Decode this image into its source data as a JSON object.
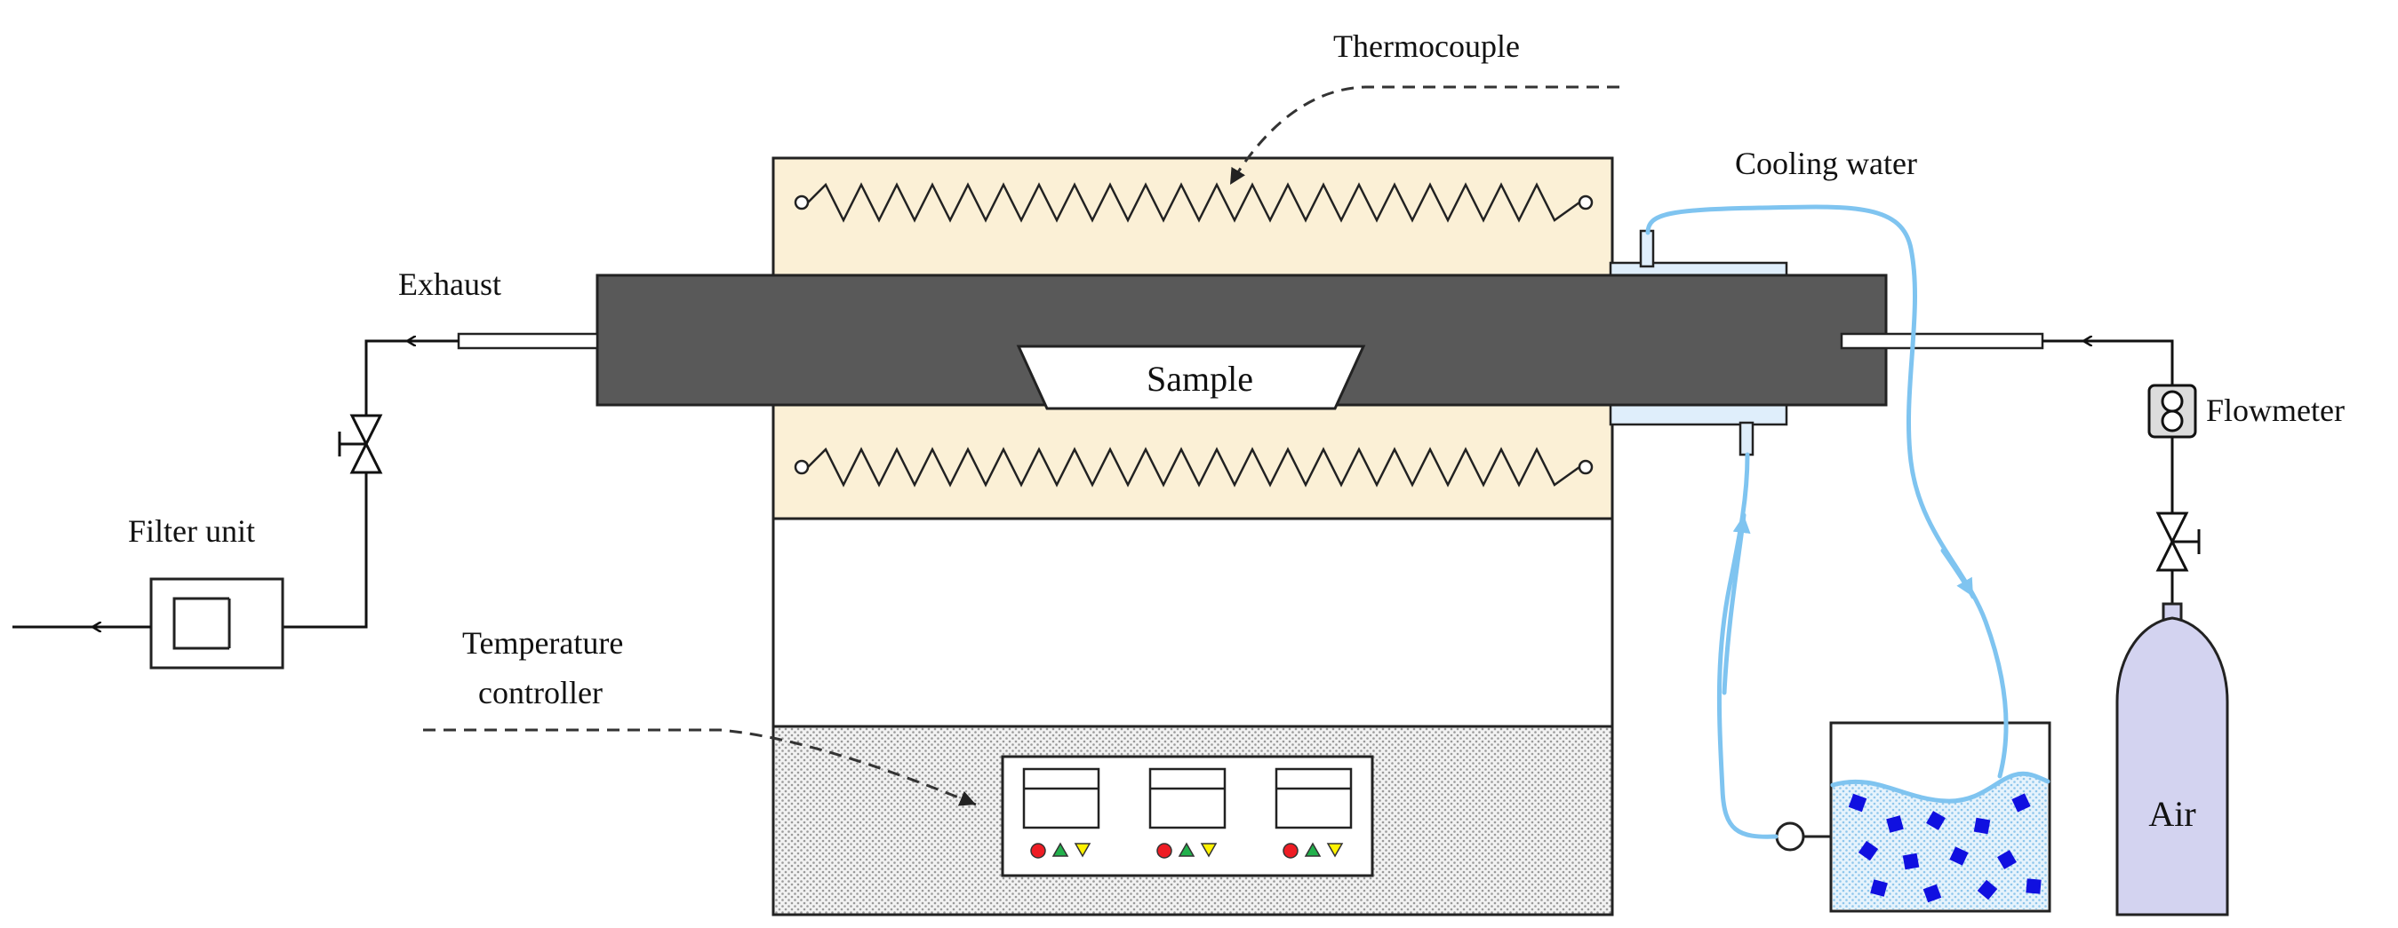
{
  "labels": {
    "thermocouple": "Thermocouple",
    "cooling_water": "Cooling water",
    "exhaust": "Exhaust",
    "sample": "Sample",
    "filter_unit": "Filter unit",
    "flowmeter": "Flowmeter",
    "temperature_controller_line1": "Temperature",
    "temperature_controller_line2": "controller",
    "air": "Air"
  },
  "colors": {
    "heater_block": "#fbf0d6",
    "tube": "#595959",
    "water": "#7fc4f0",
    "ice_cubes": "#1010e0",
    "gas_cylinder": "#d3d3f0",
    "controller_panel": "#e2e2e2",
    "indicator_red": "#ee1c24",
    "indicator_green": "#22b14c",
    "indicator_yellow": "#fff200"
  },
  "controller": {
    "unit_count": 3,
    "indicators": [
      "red-circle",
      "green-up-triangle",
      "yellow-down-triangle"
    ]
  }
}
